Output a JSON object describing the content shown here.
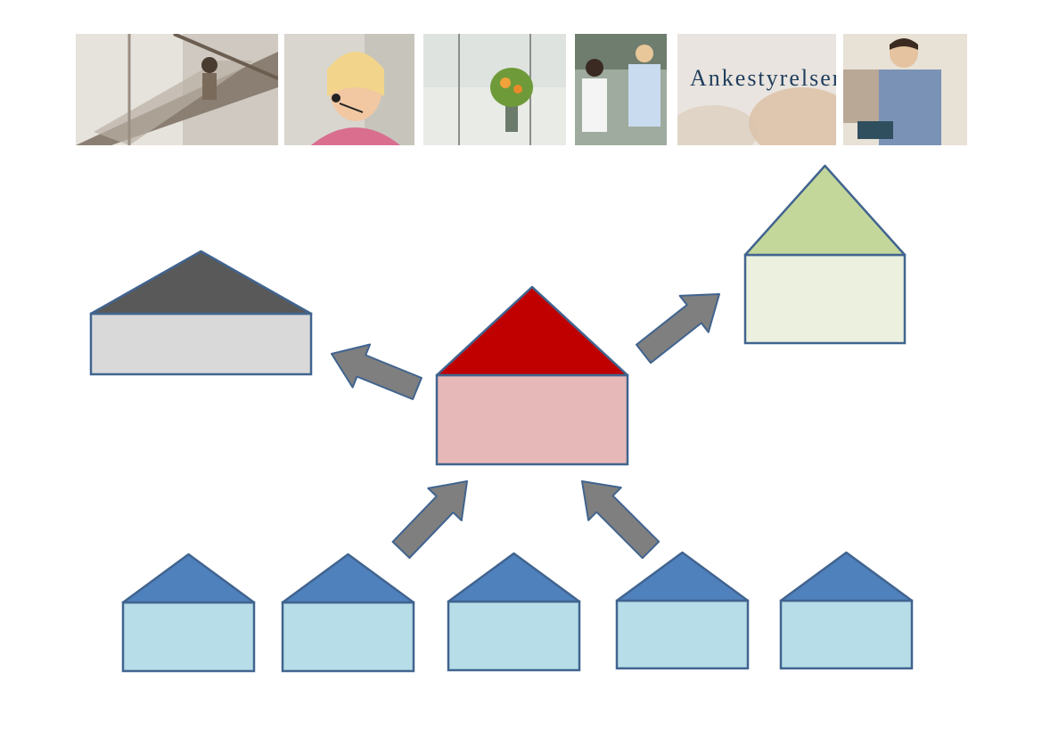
{
  "banner": {
    "photos": [
      {
        "id": "stairs",
        "label": ""
      },
      {
        "id": "call-center",
        "label": ""
      },
      {
        "id": "lobby",
        "label": ""
      },
      {
        "id": "colleagues",
        "label": ""
      },
      {
        "id": "sign",
        "label": "Ankestyrelsen"
      },
      {
        "id": "reader",
        "label": ""
      }
    ]
  },
  "colors": {
    "outline": "#41648f",
    "arrow": "#7f7f7f",
    "left_roof": "#595959",
    "left_body": "#d9d9d9",
    "center_roof": "#c00000",
    "center_body": "#e6b9b8",
    "right_roof": "#c4d79b",
    "right_body": "#ebf1de",
    "bottom_roof": "#4f81bd",
    "bottom_body": "#b7dde8"
  },
  "diagram": {
    "houses": [
      {
        "role": "left"
      },
      {
        "role": "center"
      },
      {
        "role": "right"
      },
      {
        "role": "bottom-1"
      },
      {
        "role": "bottom-2"
      },
      {
        "role": "bottom-3"
      },
      {
        "role": "bottom-4"
      },
      {
        "role": "bottom-5"
      }
    ],
    "arrows": [
      {
        "from": "center",
        "to": "left"
      },
      {
        "from": "center",
        "to": "right"
      },
      {
        "from": "bottom",
        "to": "center"
      },
      {
        "from": "bottom",
        "to": "center"
      }
    ]
  }
}
